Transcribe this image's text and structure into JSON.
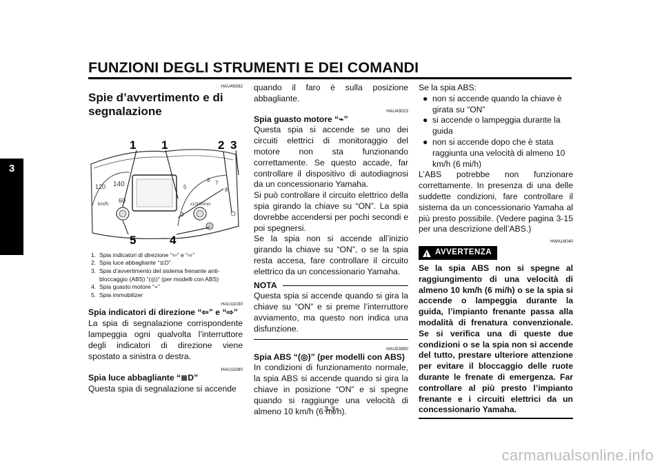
{
  "header": {
    "title": "FUNZIONI DEGLI STRUMENTI E DEI COMANDI",
    "chapter": "3"
  },
  "page_number": "3-3",
  "watermark": "carmanualsonline.info",
  "col1": {
    "code1": "HAU49392",
    "section_title": "Spie d’avvertimento e di segnalazione",
    "figure_callouts": {
      "c1a": "1",
      "c1b": "1",
      "c2": "2",
      "c3": "3",
      "c4": "4",
      "c5": "5"
    },
    "legend": [
      {
        "n": "1.",
        "text": "Spia indicatori di direzione “⇦” e “⇨”"
      },
      {
        "n": "2.",
        "text": "Spia luce abbagliante “≣D”"
      },
      {
        "n": "3.",
        "text": "Spia d’avvertimento del sistema frenante anti-bloccaggio (ABS) “(◎)” (per modelli con ABS)"
      },
      {
        "n": "4.",
        "text": "Spia guasto motore “⌁”"
      },
      {
        "n": "5.",
        "text": "Spia immobilizer"
      }
    ],
    "code2": "HAU11030",
    "sub2": "Spia indicatori di direzione “⇦” e “⇨”",
    "text2": "La spia di segnalazione corrispondente lampeggia ogni qualvolta l’interruttore degli indicatori di direzione viene spostato a sinistra o destra.",
    "code3": "HAU11080",
    "sub3": "Spia luce abbagliante “≣D”",
    "text3": "Questa spia di segnalazione si accende"
  },
  "col2": {
    "text0": "quando il faro è sulla posizione abbagliante.",
    "code1": "HAU43023",
    "sub1": "Spia guasto motore “⌁”",
    "text1a": "Questa spia si accende se uno dei circuiti elettrici di monitoraggio del motore non sta funzionando correttamente. Se questo accade, far controllare il dispositivo di autodiagnosi da un concessionario Yamaha.",
    "text1b": "Si può controllare il circuito elettrico della spia girando la chiave su “ON”. La spia dovrebbe accendersi per pochi secondi e poi spegnersi.",
    "text1c": "Se la spia non si accende all’inizio girando la chiave su “ON”, o se la spia resta accesa, fare controllare il circuito elettrico da un concessionario Yamaha.",
    "nota_label": "NOTA",
    "nota_text": "Questa spia si accende quando si gira la chiave su “ON” e si preme l’interruttore avviamento, ma questo non indica una disfunzione.",
    "code2": "HAU53990",
    "sub2": "Spia ABS “(◎)” (per modelli con ABS)",
    "text2": "In condizioni di funzionamento normale, la spia ABS si accende quando si gira la chiave in posizione “ON” e si spegne quando si raggiunge una velocità di almeno 10 km/h (6 mi/h)."
  },
  "col3": {
    "intro": "Se la spia ABS:",
    "bullets": [
      "non si accende quando la chiave è girata su “ON”",
      "si accende o lampeggia durante la guida",
      "non si accende dopo che è stata raggiunta una velocità di almeno 10 km/h (6 mi/h)"
    ],
    "bullet_mark": "●",
    "text": "L’ABS potrebbe non funzionare correttamente. In presenza di una delle suddette condizioni, fare controllare il sistema da un concessionario Yamaha al più presto possibile. (Vedere pagina 3-15 per una descrizione dell’ABS.)",
    "code": "HWA16040",
    "warn_label": "AVVERTENZA",
    "warn_text": "Se la spia ABS non si spegne al raggiungimento di una velocità di almeno 10 km/h (6 mi/h) o se la spia si accende o lampeggia durante la guida, l’impianto frenante passa alla modalità di frenatura convenzionale. Se si verifica una di queste due condizioni o se la spia non si accende del tutto, prestare ulteriore attenzione per evitare il bloccaggio delle ruote durante le frenate di emergenza. Far controllare al più presto l’impianto frenante e i circuiti elettrici da un concessionario Yamaha."
  }
}
